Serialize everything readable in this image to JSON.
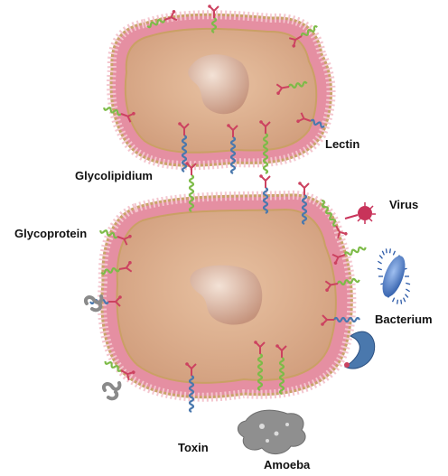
{
  "labels": {
    "lectin": "Lectin",
    "glycolipidium": "Glycolipidium",
    "virus": "Virus",
    "glycoprotein": "Glycoprotein",
    "bacterium": "Bacterium",
    "toxin": "Toxin",
    "amoeba": "Amoeba"
  },
  "colors": {
    "membrane": "#e58fa2",
    "membrane_heads": "#f1b3bf",
    "cytoplasm": "#dcab8a",
    "nucleus": "#c99983",
    "protein_green": "#7dbb48",
    "protein_blue": "#4a78ad",
    "sugar_red": "#cc4260",
    "virus": "#c8335a",
    "bacterium": "#3f6fc0",
    "toxin_grey": "#8a8a8a",
    "amoeba": "#8f8f8f"
  },
  "icons": [
    "virus-icon",
    "bacterium-icon",
    "toxin-icon",
    "amoeba-icon",
    "lectin-icon"
  ]
}
